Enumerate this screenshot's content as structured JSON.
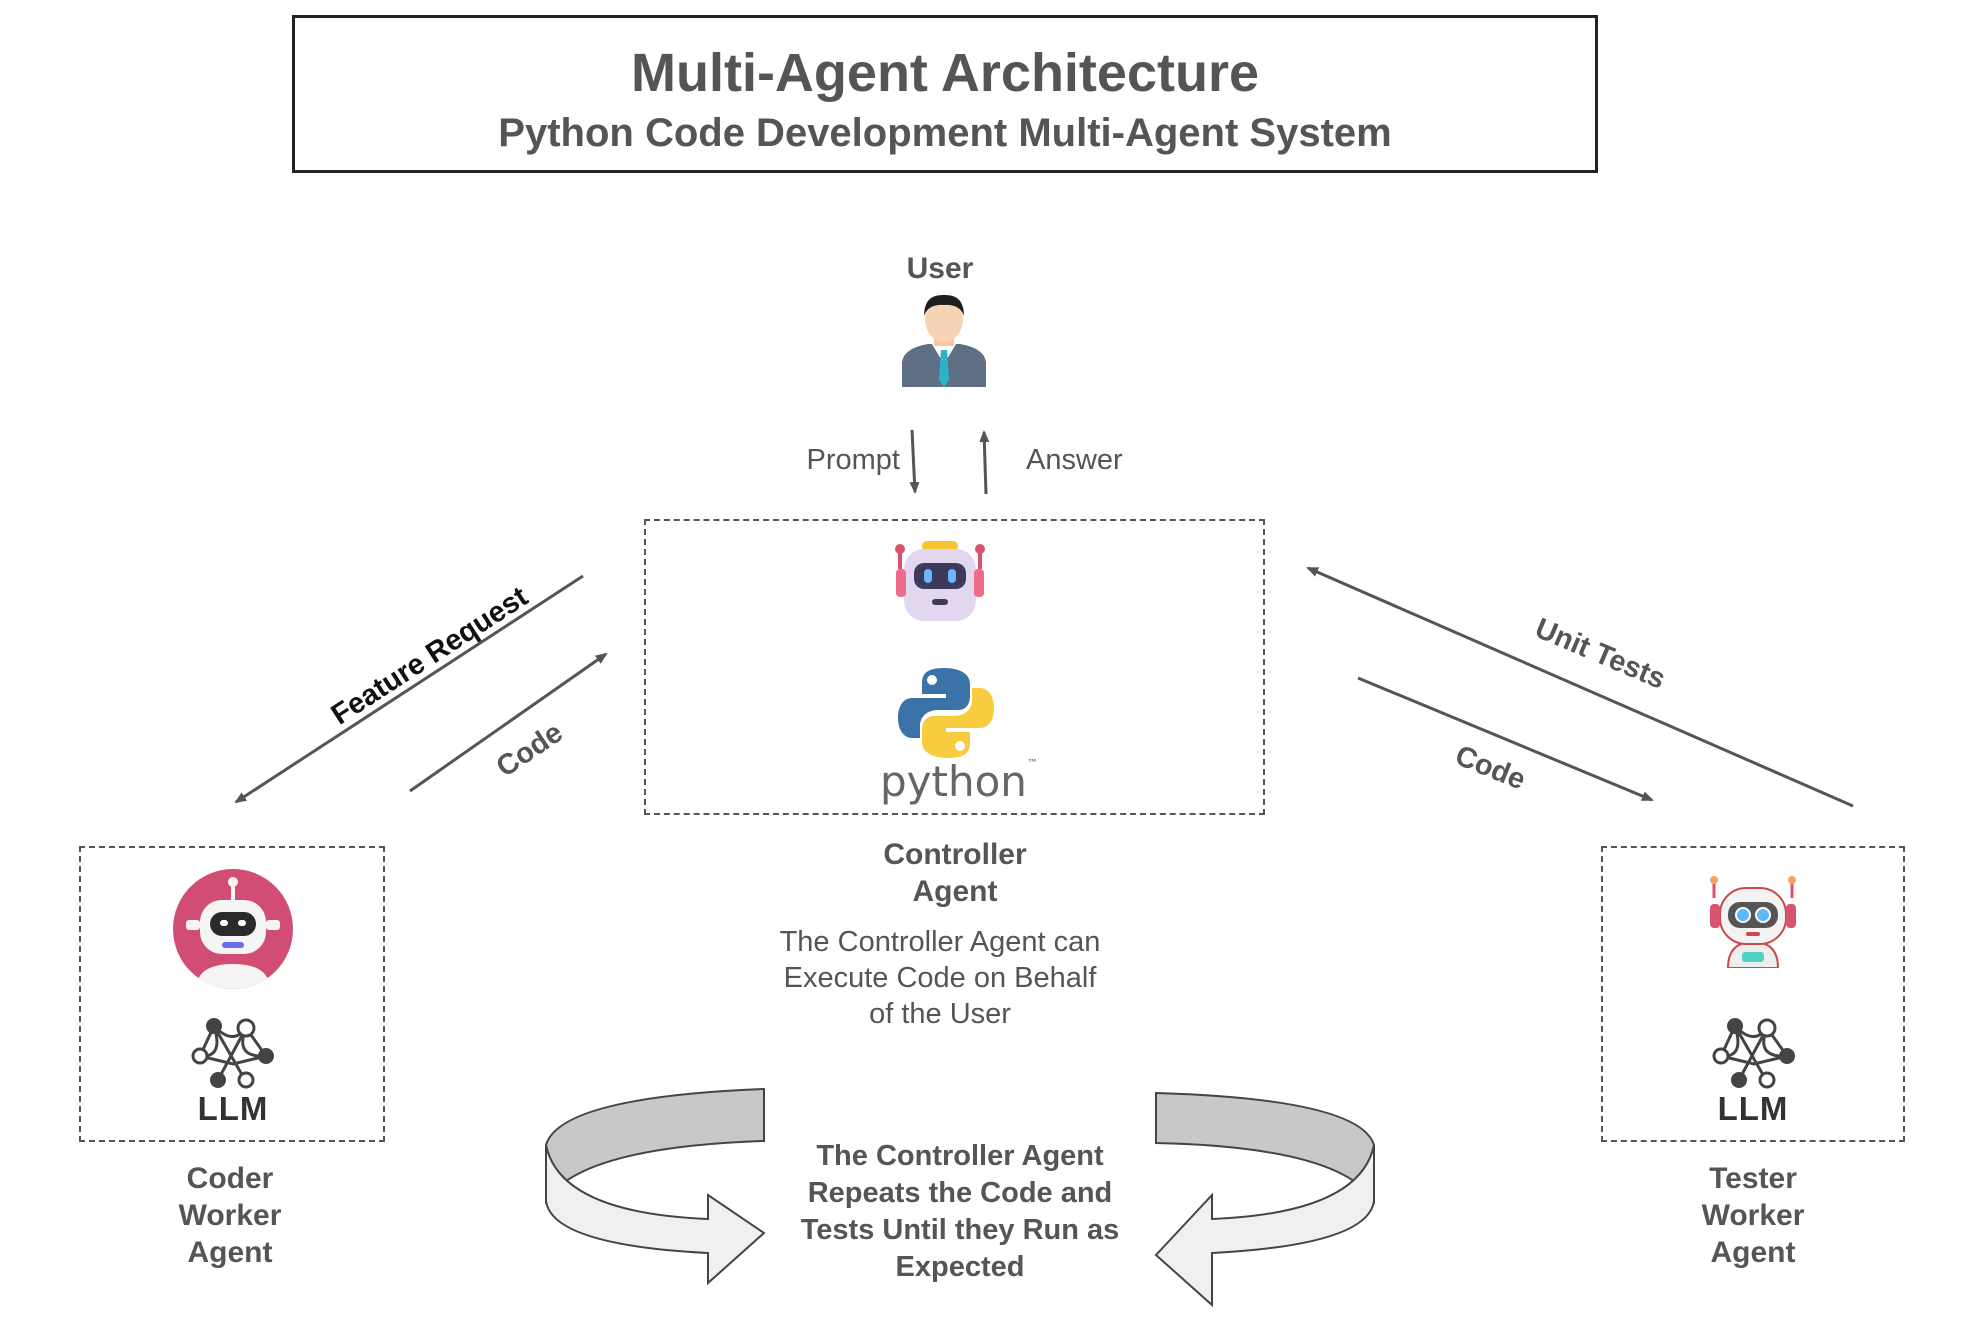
{
  "title": {
    "main": "Multi-Agent Architecture",
    "sub": "Python Code Development Multi-Agent System"
  },
  "user": {
    "label": "User",
    "icon": "user-avatar-icon"
  },
  "flows": {
    "prompt": "Prompt",
    "answer": "Answer",
    "feature_request": "Feature Request",
    "code_left": "Code",
    "unit_tests": "Unit Tests",
    "code_right": "Code"
  },
  "controller": {
    "name_line1": "Controller",
    "name_line2": "Agent",
    "desc_line1": "The Controller Agent can",
    "desc_line2": "Execute Code on Behalf",
    "desc_line3": "of the User",
    "icon": "robot-icon",
    "logo_text": "python",
    "tm": "™"
  },
  "coder": {
    "line1": "Coder",
    "line2": "Worker",
    "line3": "Agent",
    "llm": "LLM",
    "icon": "robot-icon"
  },
  "tester": {
    "line1": "Tester",
    "line2": "Worker",
    "line3": "Agent",
    "llm": "LLM",
    "icon": "robot-icon"
  },
  "loop": {
    "line1": "The Controller Agent",
    "line2": "Repeats the Code and",
    "line3": "Tests Until they Run as",
    "line4": "Expected"
  },
  "colors": {
    "text": "#555555",
    "arrow": "#555555",
    "python_blue": "#3b73a8",
    "python_yellow": "#f7cd3f",
    "coder_circle": "#d24d74",
    "robot_body": "#e3d7ef",
    "robot_accent": "#f4c430"
  }
}
